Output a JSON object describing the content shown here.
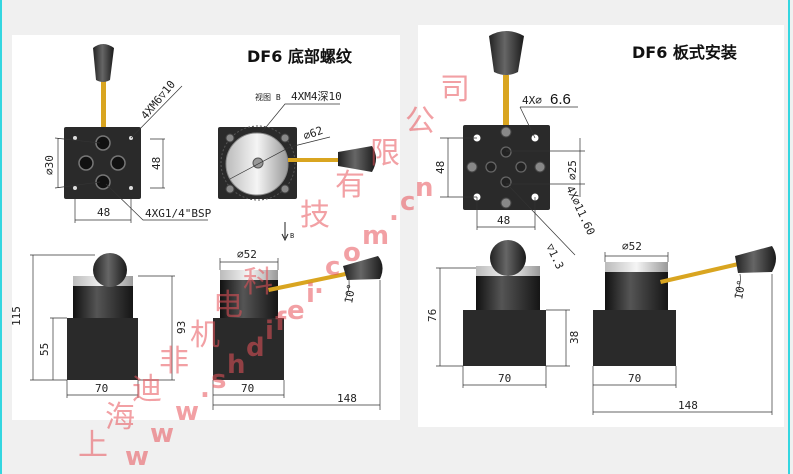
{
  "panels": [
    {
      "title": "DF6 底部螺纹",
      "labels": {
        "thread_holes": "4XM6▽10",
        "view_label": "视图 B",
        "mount_holes": "4XM4深10",
        "disc_diameter": "∅62",
        "port_circle": "∅30",
        "plate_height": "48",
        "plate_width": "48",
        "ports": "4XG1/4\"BSP",
        "view_marker": "B",
        "total_height": "115",
        "base_height": "55",
        "body_height": "93",
        "cyl_diameter": "∅52",
        "angle": "10°",
        "base_width": "70",
        "base_width2": "70",
        "total_length": "148"
      }
    },
    {
      "title": "DF6 板式安装",
      "labels": {
        "mount_holes_prefix": "4X∅",
        "mount_holes_value": "6.6",
        "plate_height": "48",
        "port_circle": "∅25",
        "plate_width": "48",
        "port_counterbore": "4X∅11.60",
        "counterbore_depth": "▽1.3",
        "cyl_diameter": "∅52",
        "total_height": "76",
        "base_height": "38",
        "angle": "10°",
        "base_width": "70",
        "base_width2": "70",
        "total_length": "148"
      }
    }
  ],
  "watermark": {
    "company": "上海迪非机电科技有限公司",
    "url": "www.shdifei.com.cn"
  },
  "colors": {
    "body": "#2a2a2a",
    "handle": "#d9a520",
    "watermark": "#e8525a",
    "frame": "#33d6e0"
  }
}
